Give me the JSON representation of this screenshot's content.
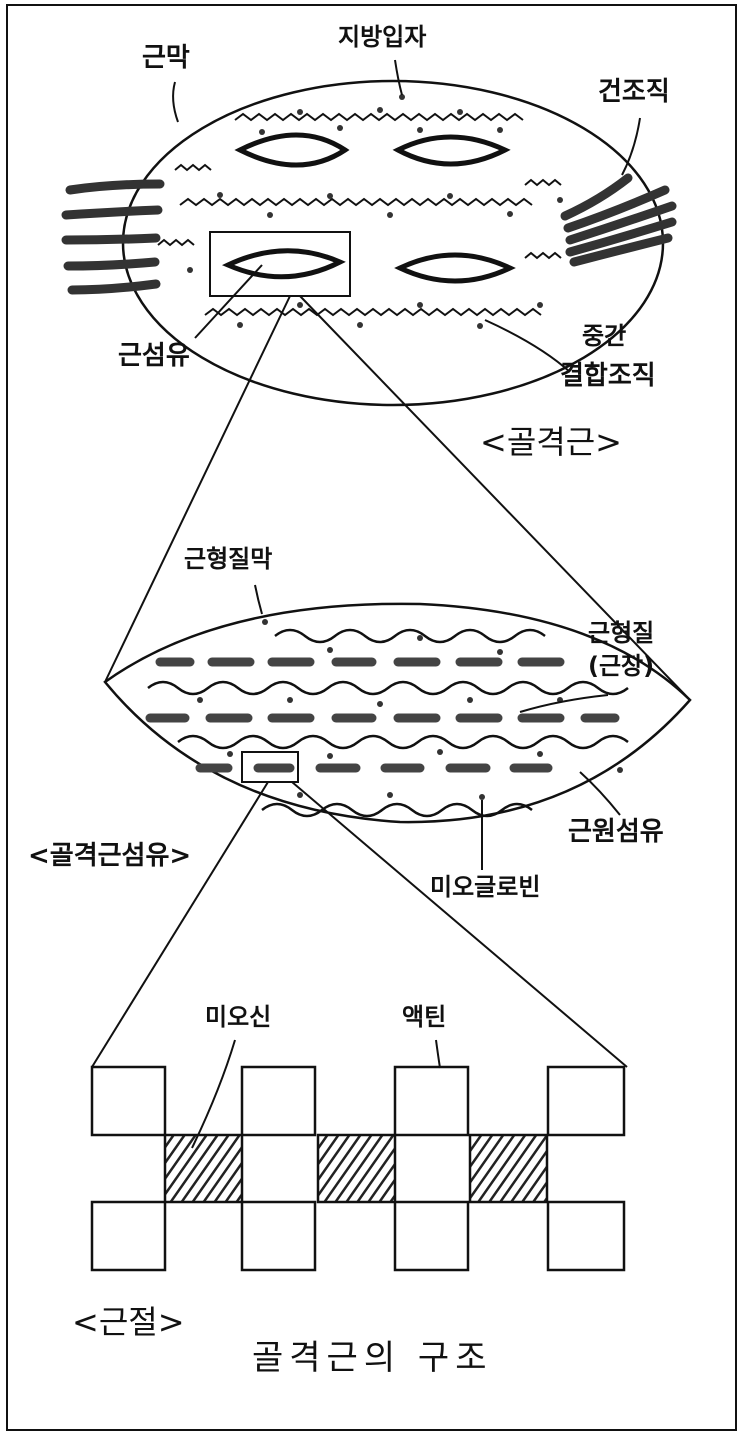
{
  "labels": {
    "muscle_membrane": "근막",
    "fat_particle": "지방입자",
    "tendon_tissue": "건조직",
    "muscle_fiber": "근섬유",
    "intermediate_connective_1": "중간",
    "intermediate_connective_2": "결합조직",
    "skeletal_muscle_caption": "<골격근>",
    "sarcolemma": "근형질막",
    "sarcoplasm_1": "근형질",
    "sarcoplasm_2": "(근장)",
    "myofibril": "근원섬유",
    "skeletal_fiber_caption": "<골격근섬유>",
    "myoglobin": "미오글로빈",
    "myosin": "미오신",
    "actin": "액틴",
    "sarcomere_caption": "<근절>",
    "figure_title": "골격근의 구조"
  },
  "colors": {
    "ink": "#111111",
    "hatch": "#222222",
    "fill_gray": "#444444"
  }
}
